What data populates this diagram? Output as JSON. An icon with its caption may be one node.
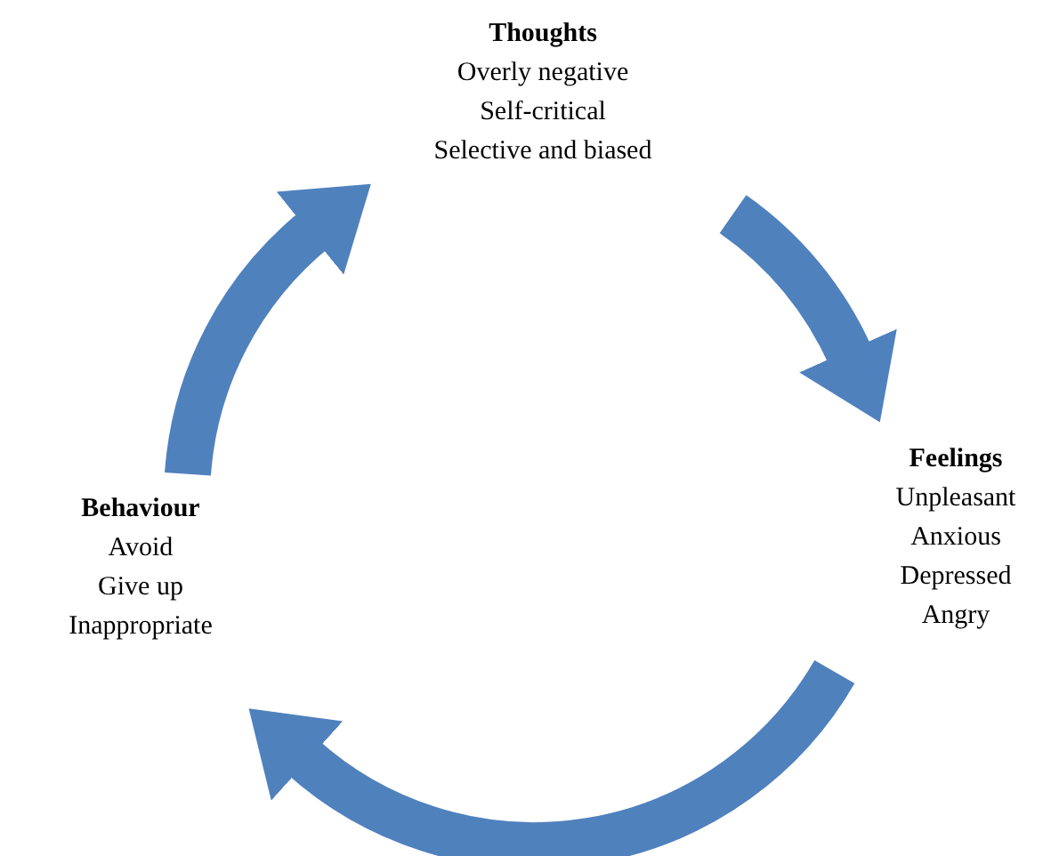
{
  "diagram": {
    "nodes": [
      {
        "text": [
          "Thoughts",
          "Overly negative",
          "Self-critical",
          "Selective and biased"
        ]
      },
      {
        "text": [
          "Feelings",
          "Unpleasant",
          "Anxious",
          "Depressed",
          "Angry"
        ]
      },
      {
        "text": [
          "Behaviour",
          "Avoid",
          "Give up",
          "Inappropriate"
        ]
      }
    ],
    "edges": [
      {
        "from": 0,
        "to": 1,
        "arrow": "to"
      },
      {
        "from": 1,
        "to": 2,
        "arrow": "to"
      },
      {
        "from": 2,
        "to": 0,
        "arrow": "to"
      }
    ]
  }
}
